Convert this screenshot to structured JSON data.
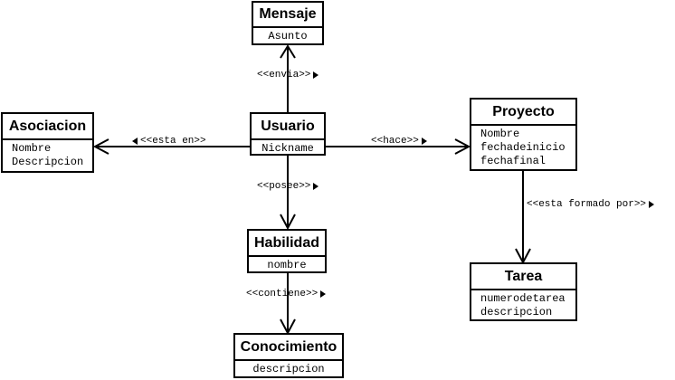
{
  "classes": {
    "mensaje": {
      "name": "Mensaje",
      "attributes": [
        "Asunto"
      ]
    },
    "usuario": {
      "name": "Usuario",
      "attributes": [
        "Nickname"
      ]
    },
    "asociacion": {
      "name": "Asociacion",
      "attributes": [
        "Nombre",
        "Descripcion"
      ]
    },
    "proyecto": {
      "name": "Proyecto",
      "attributes": [
        "Nombre",
        "fechadeinicio",
        "fechafinal"
      ]
    },
    "habilidad": {
      "name": "Habilidad",
      "attributes": [
        "nombre"
      ]
    },
    "tarea": {
      "name": "Tarea",
      "attributes": [
        "numerodetarea",
        "descripcion"
      ]
    },
    "conocimiento": {
      "name": "Conocimiento",
      "attributes": [
        "descripcion"
      ]
    }
  },
  "associations": {
    "envia": "<<envia>>",
    "esta_en": "<<esta en>>",
    "hace": "<<hace>>",
    "posee": "<<posee>>",
    "esta_formado_por": "<<esta formado por>>",
    "contiene": "<<contiene>>"
  }
}
